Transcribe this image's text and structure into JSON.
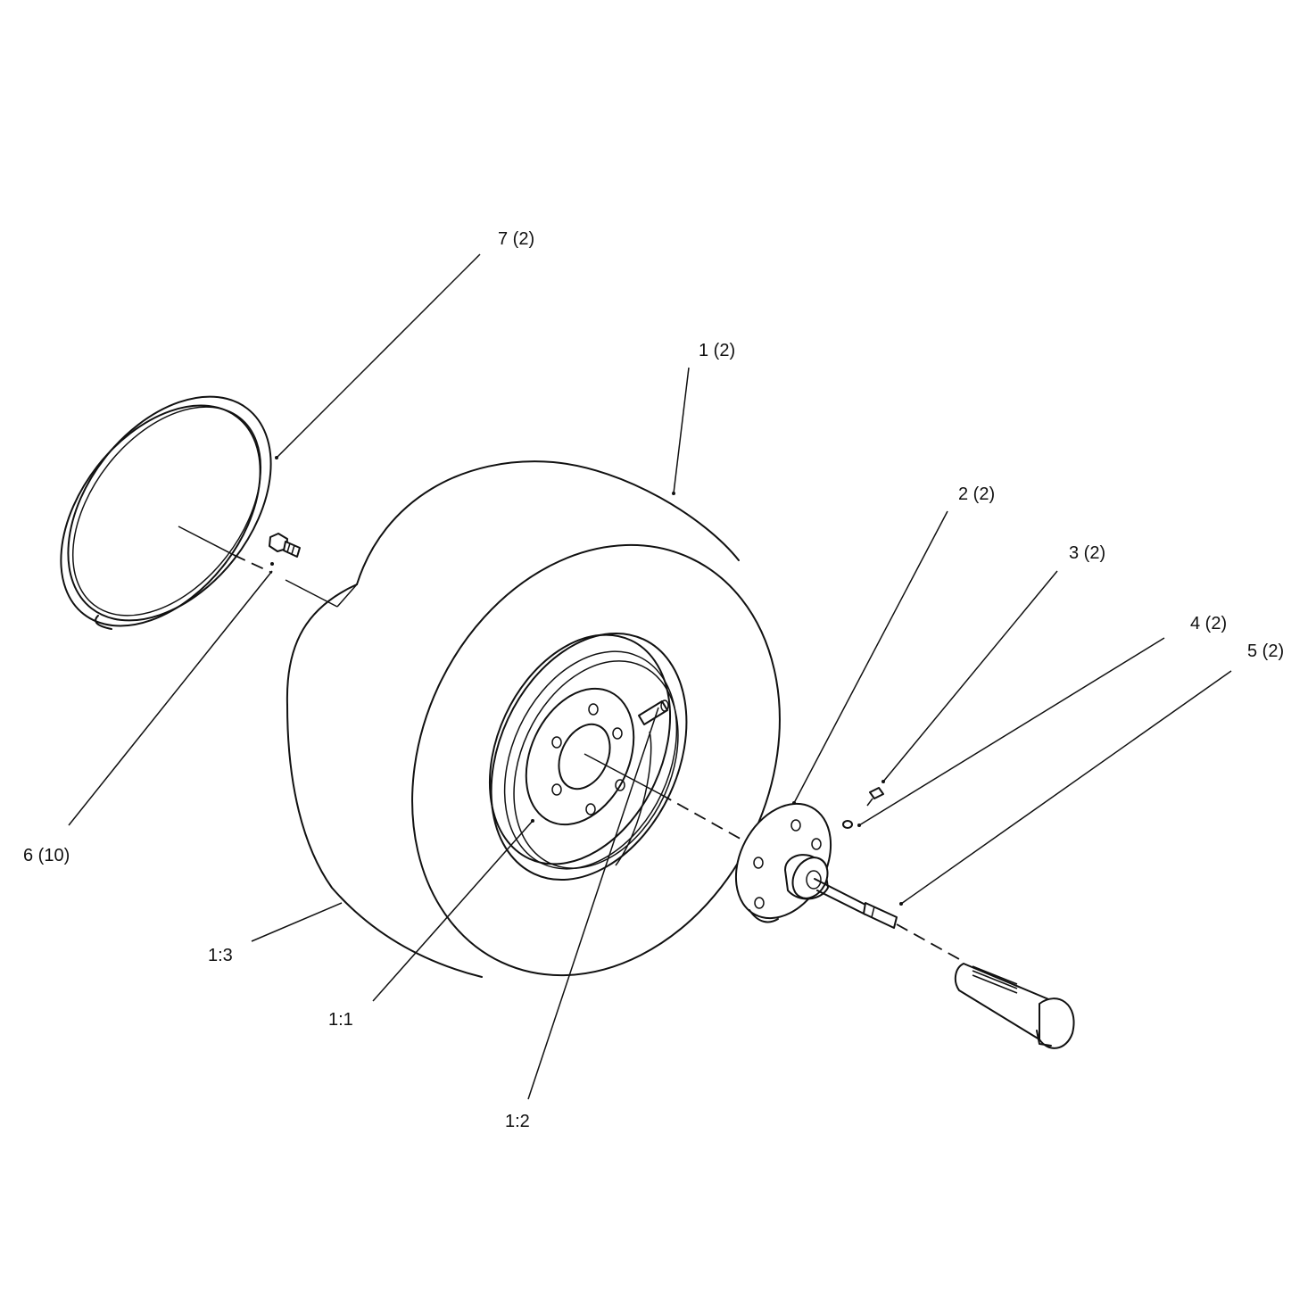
{
  "diagram": {
    "callouts": [
      {
        "id": "c7",
        "label": "7 (2)"
      },
      {
        "id": "c1",
        "label": "1 (2)"
      },
      {
        "id": "c2",
        "label": "2 (2)"
      },
      {
        "id": "c3",
        "label": "3 (2)"
      },
      {
        "id": "c4",
        "label": "4 (2)"
      },
      {
        "id": "c5",
        "label": "5 (2)"
      },
      {
        "id": "c6",
        "label": "6 (10)"
      },
      {
        "id": "c13",
        "label": "1:3"
      },
      {
        "id": "c11",
        "label": "1:1"
      },
      {
        "id": "c12",
        "label": "1:2"
      }
    ]
  }
}
